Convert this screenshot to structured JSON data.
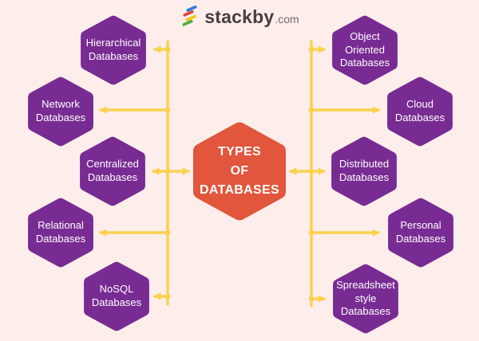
{
  "page": {
    "background_color": "#fdeeeb"
  },
  "logo": {
    "brand": "stackby",
    "tld": ".com",
    "icon": "stackby-stack-icon",
    "icon_colors": [
      "#2f7de1",
      "#e2443b",
      "#f0c419",
      "#4caf3e"
    ]
  },
  "center": {
    "lines": [
      "TYPES",
      "OF",
      "DATABASES"
    ],
    "color": "#e1563c",
    "text_color": "#ffffff"
  },
  "nodes": {
    "color": "#782b92",
    "text_color": "#ffffff",
    "left": [
      {
        "label": "Hierarchical Databases"
      },
      {
        "label": "Network Databases"
      },
      {
        "label": "Centralized Databases"
      },
      {
        "label": "Relational Databases"
      },
      {
        "label": "NoSQL Databases"
      }
    ],
    "right": [
      {
        "label": "Object Oriented Databases"
      },
      {
        "label": "Cloud Databases"
      },
      {
        "label": "Distributed Databases"
      },
      {
        "label": "Personal Databases"
      },
      {
        "label": "Spreadsheet style Databases"
      }
    ]
  },
  "connectors": {
    "color": "#fbd14e"
  }
}
